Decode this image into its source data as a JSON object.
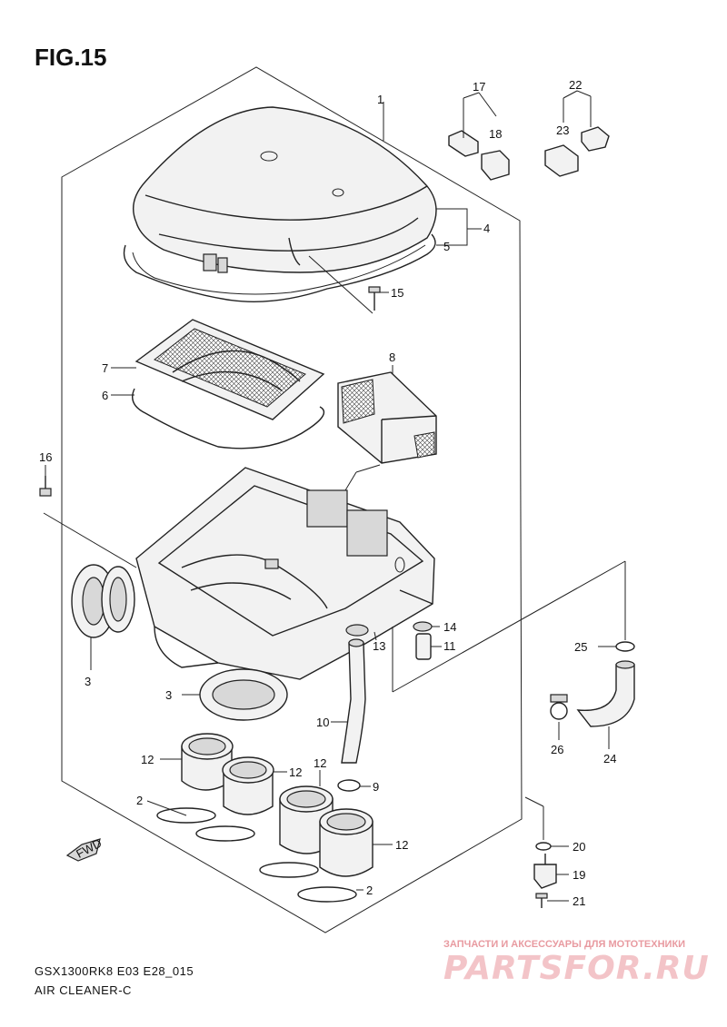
{
  "figure": {
    "title": "FIG.15",
    "model_code": "GSX1300RK8 E03 E28_015",
    "subtitle": "AIR CLEANER-C"
  },
  "callouts": [
    {
      "id": "c1",
      "label": "1"
    },
    {
      "id": "c17",
      "label": "17"
    },
    {
      "id": "c18",
      "label": "18"
    },
    {
      "id": "c22",
      "label": "22"
    },
    {
      "id": "c23",
      "label": "23"
    },
    {
      "id": "c4",
      "label": "4"
    },
    {
      "id": "c5",
      "label": "5"
    },
    {
      "id": "c15",
      "label": "15"
    },
    {
      "id": "c7",
      "label": "7"
    },
    {
      "id": "c8",
      "label": "8"
    },
    {
      "id": "c6",
      "label": "6"
    },
    {
      "id": "c16",
      "label": "16"
    },
    {
      "id": "c14",
      "label": "14"
    },
    {
      "id": "c13",
      "label": "13"
    },
    {
      "id": "c11",
      "label": "11"
    },
    {
      "id": "c25",
      "label": "25"
    },
    {
      "id": "c3a",
      "label": "3"
    },
    {
      "id": "c3b",
      "label": "3"
    },
    {
      "id": "c10",
      "label": "10"
    },
    {
      "id": "c26",
      "label": "26"
    },
    {
      "id": "c24",
      "label": "24"
    },
    {
      "id": "c12a",
      "label": "12"
    },
    {
      "id": "c12b",
      "label": "12"
    },
    {
      "id": "c12c",
      "label": "12"
    },
    {
      "id": "c9",
      "label": "9"
    },
    {
      "id": "c2a",
      "label": "2"
    },
    {
      "id": "c12d",
      "label": "12"
    },
    {
      "id": "c20",
      "label": "20"
    },
    {
      "id": "c19",
      "label": "19"
    },
    {
      "id": "c2b",
      "label": "2"
    },
    {
      "id": "c21",
      "label": "21"
    }
  ],
  "forward_marker": {
    "label": "FWD"
  },
  "watermark": {
    "tagline": "ЗАПЧАСТИ И АКСЕССУАРЫ ДЛЯ МОТОТЕХНИКИ",
    "brand": "PARTSFOR.RU"
  }
}
